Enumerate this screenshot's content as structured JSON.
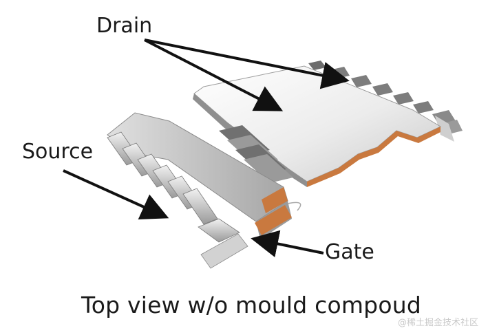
{
  "labels": {
    "drain": "Drain",
    "source": "Source",
    "gate": "Gate"
  },
  "caption": "Top view w/o mould compoud",
  "watermark": "@稀土掘金技术社区",
  "colors": {
    "copper": "#c9793f",
    "silver_top": "#e9e9e9",
    "silver_shadow": "#8a8a8a",
    "arrow": "#111111"
  }
}
